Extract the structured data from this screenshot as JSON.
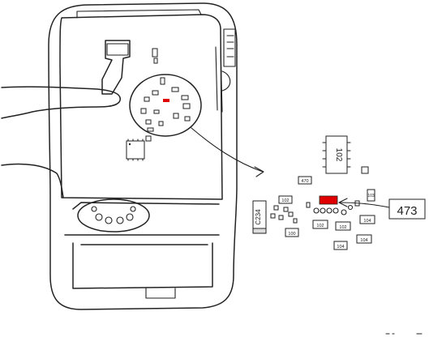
{
  "labels": {
    "callout_value": "473",
    "ic_marking": "102",
    "capacitor_marking": "C234",
    "smd_markings": [
      "470",
      "102",
      "102",
      "102",
      "104",
      "104",
      "100",
      "104",
      "103"
    ]
  },
  "colors": {
    "highlight": "#e00000",
    "ink": "#222222",
    "shading": "#dddddd",
    "background": "#ffffff"
  }
}
